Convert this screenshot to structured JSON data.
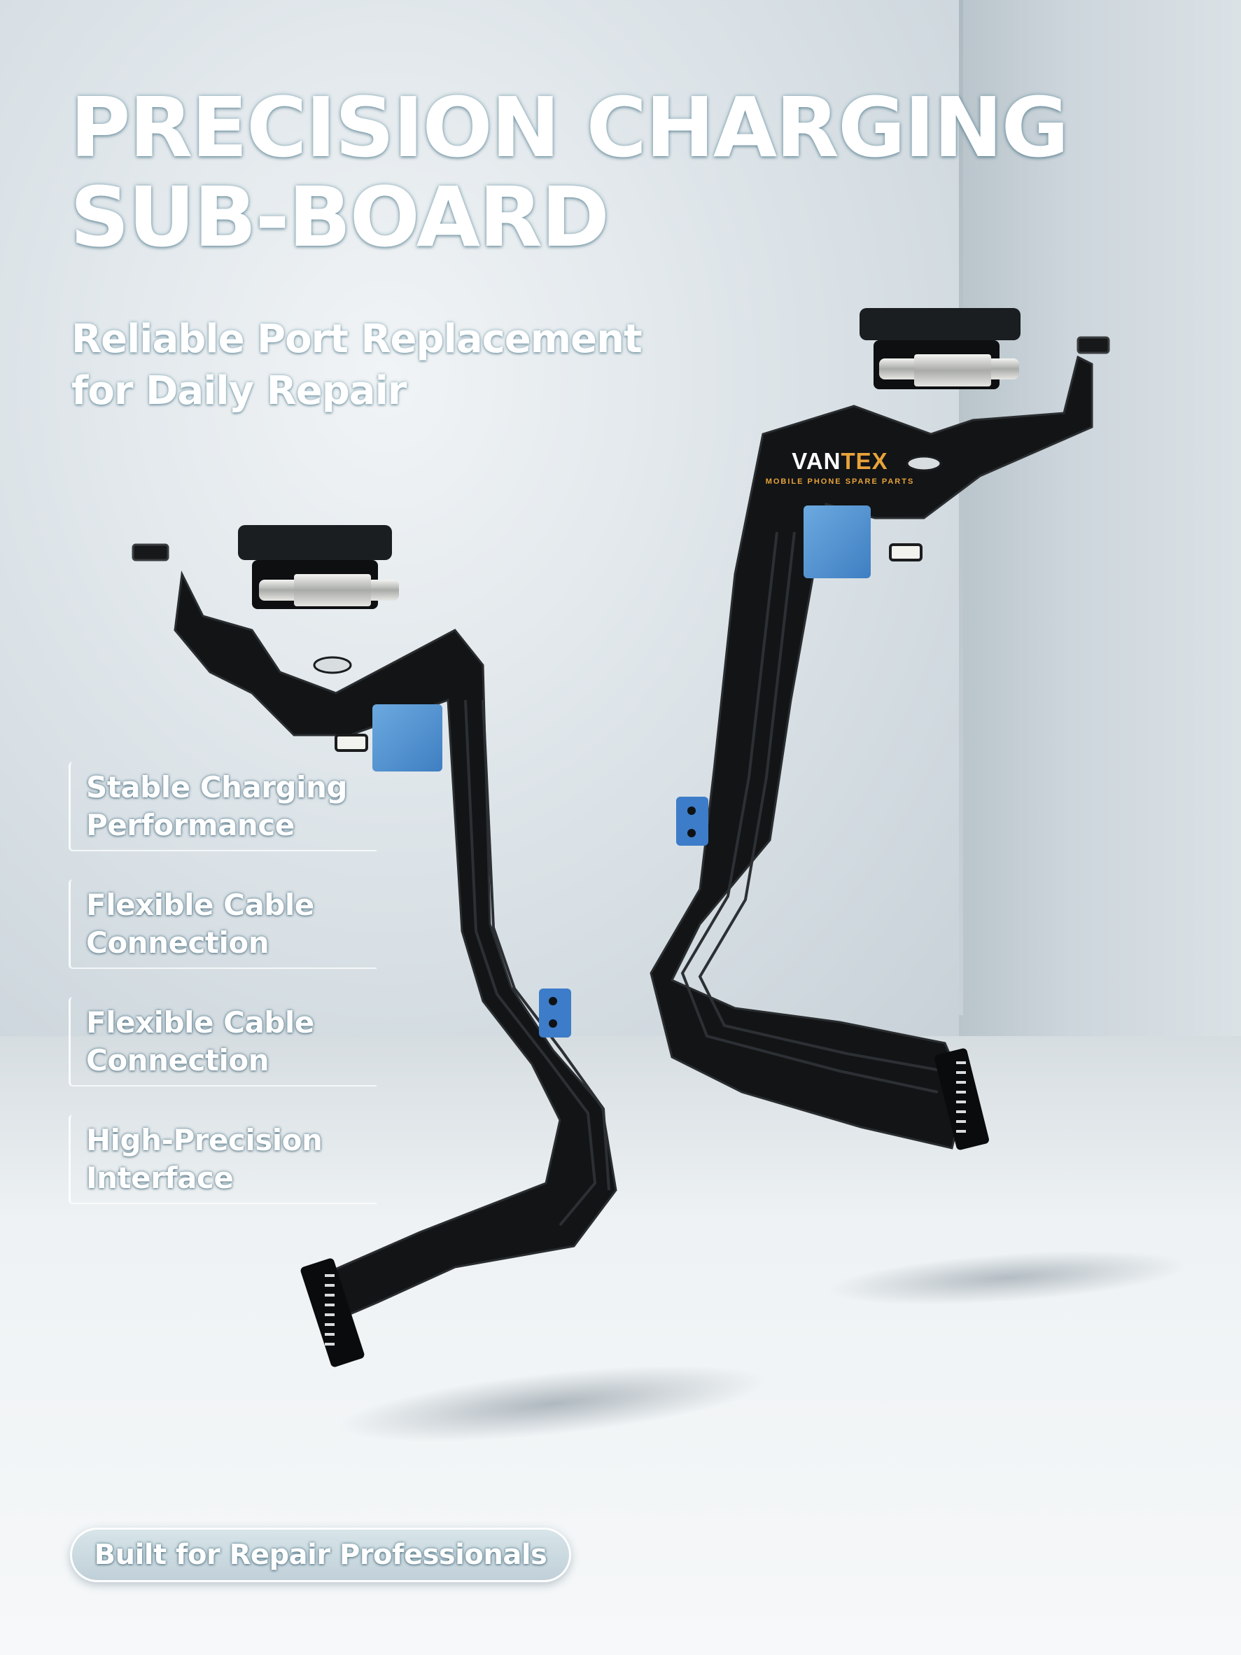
{
  "headline": {
    "line1": "PRECISION CHARGING",
    "line2": "SUB-BOARD"
  },
  "subheadline": {
    "line1": "Reliable Port Replacement",
    "line2": "for Daily Repair"
  },
  "features": [
    {
      "line1": "Stable Charging",
      "line2": "Performance"
    },
    {
      "line1": "Flexible Cable",
      "line2": "Connection"
    },
    {
      "line1": "Flexible Cable",
      "line2": "Connection"
    },
    {
      "line1": "High-Precision",
      "line2": "Interface"
    }
  ],
  "badge": "Built for Repair Professionals",
  "brand": {
    "name_part1": "VAN",
    "name_part2": "TEX",
    "tagline": "MOBILE PHONE SPARE PARTS"
  },
  "colors": {
    "headline_text": "#ffffff",
    "brand_accent": "#e8a33a",
    "flex_cable": "#111315",
    "stiffener_blue": "#4a8fd1"
  },
  "icons": {
    "left_product": "charging-port-flex-cable-image",
    "right_product": "charging-port-flex-cable-image"
  }
}
